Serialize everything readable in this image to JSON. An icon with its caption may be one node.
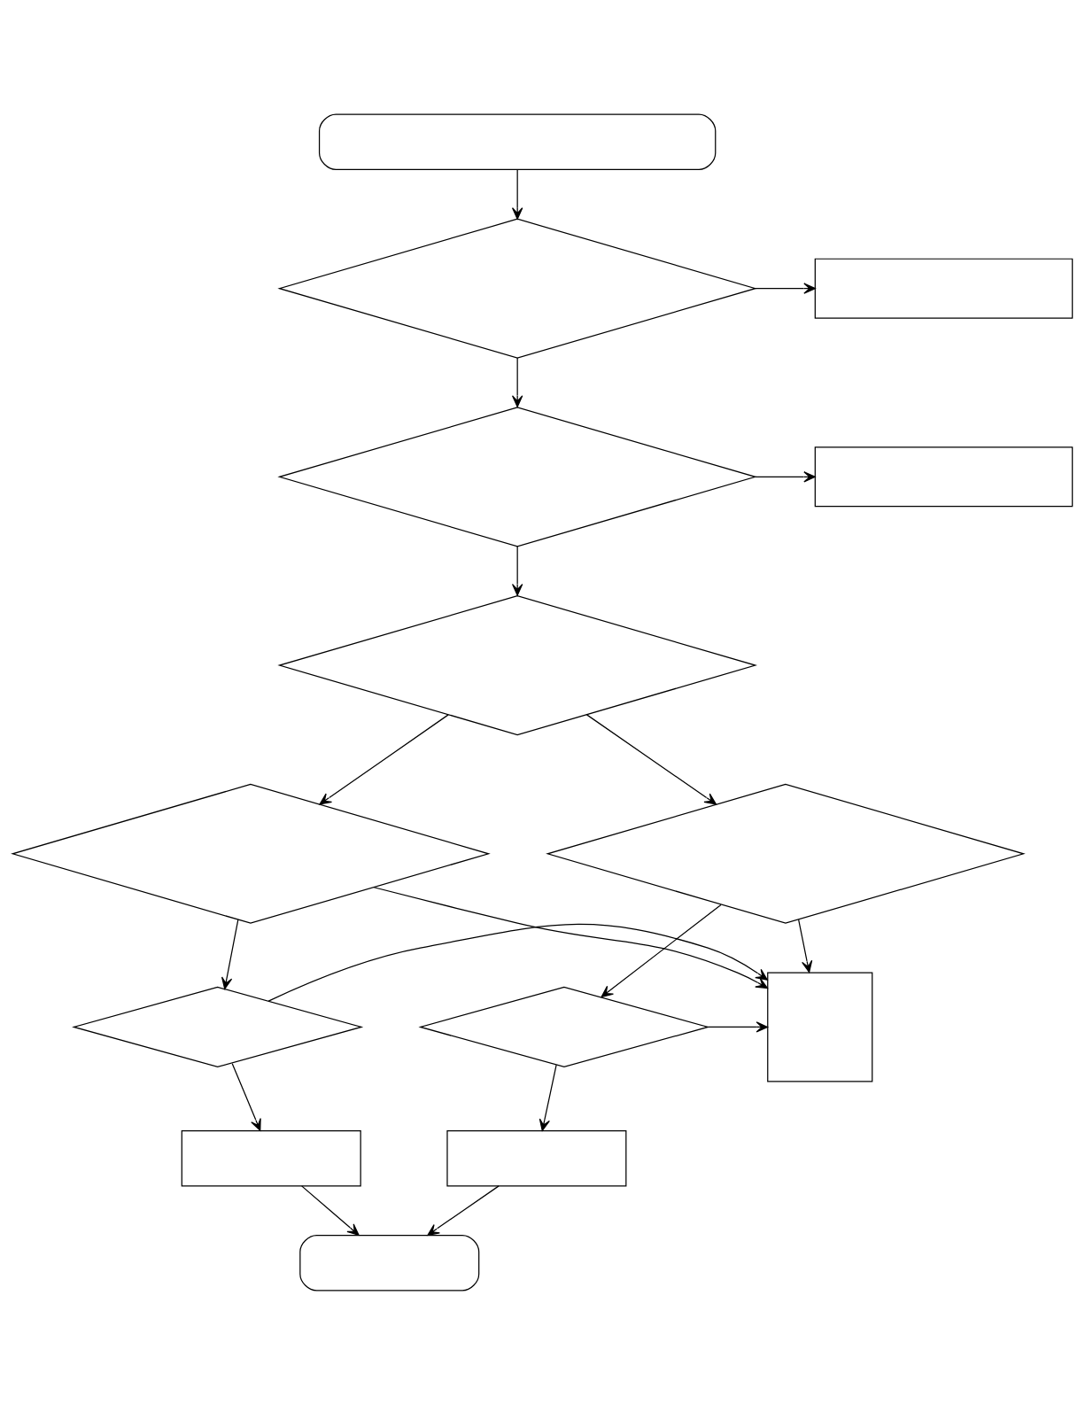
{
  "diagram": {
    "nodes": [
      {
        "text": [],
        "shape": "terminal"
      },
      {
        "text": [],
        "shape": "diamond"
      },
      {
        "text": [],
        "shape": "box"
      },
      {
        "text": [],
        "shape": "diamond"
      },
      {
        "text": [],
        "shape": "box"
      },
      {
        "text": [],
        "shape": "diamond"
      },
      {
        "text": [],
        "shape": "diamond"
      },
      {
        "text": [],
        "shape": "diamond"
      },
      {
        "text": [],
        "shape": "diamond"
      },
      {
        "text": [],
        "shape": "box"
      },
      {
        "text": [],
        "shape": "diamond"
      },
      {
        "text": [],
        "shape": "box"
      },
      {
        "text": [],
        "shape": "box"
      },
      {
        "text": [],
        "shape": "terminal"
      }
    ],
    "edges": [
      {
        "from": 0,
        "to": 1,
        "arrow": "to"
      },
      {
        "from": 1,
        "to": 2,
        "arrow": "to"
      },
      {
        "from": 1,
        "to": 3,
        "arrow": "to"
      },
      {
        "from": 3,
        "to": 4,
        "arrow": "to"
      },
      {
        "from": 3,
        "to": 5,
        "arrow": "to"
      },
      {
        "from": 5,
        "to": 6,
        "arrow": "to"
      },
      {
        "from": 5,
        "to": 7,
        "arrow": "to"
      },
      {
        "from": 6,
        "to": 9,
        "arrow": "to"
      },
      {
        "from": 7,
        "to": 9,
        "arrow": "to"
      },
      {
        "from": 6,
        "to": 8,
        "arrow": "to"
      },
      {
        "from": 7,
        "to": 10,
        "arrow": "to"
      },
      {
        "from": 8,
        "to": 9,
        "arrow": "to"
      },
      {
        "from": 10,
        "to": 9,
        "arrow": "to"
      },
      {
        "from": 8,
        "to": 11,
        "arrow": "to"
      },
      {
        "from": 10,
        "to": 12,
        "arrow": "to"
      },
      {
        "from": 11,
        "to": 13,
        "arrow": "to"
      },
      {
        "from": 12,
        "to": 13,
        "arrow": "to"
      }
    ]
  }
}
